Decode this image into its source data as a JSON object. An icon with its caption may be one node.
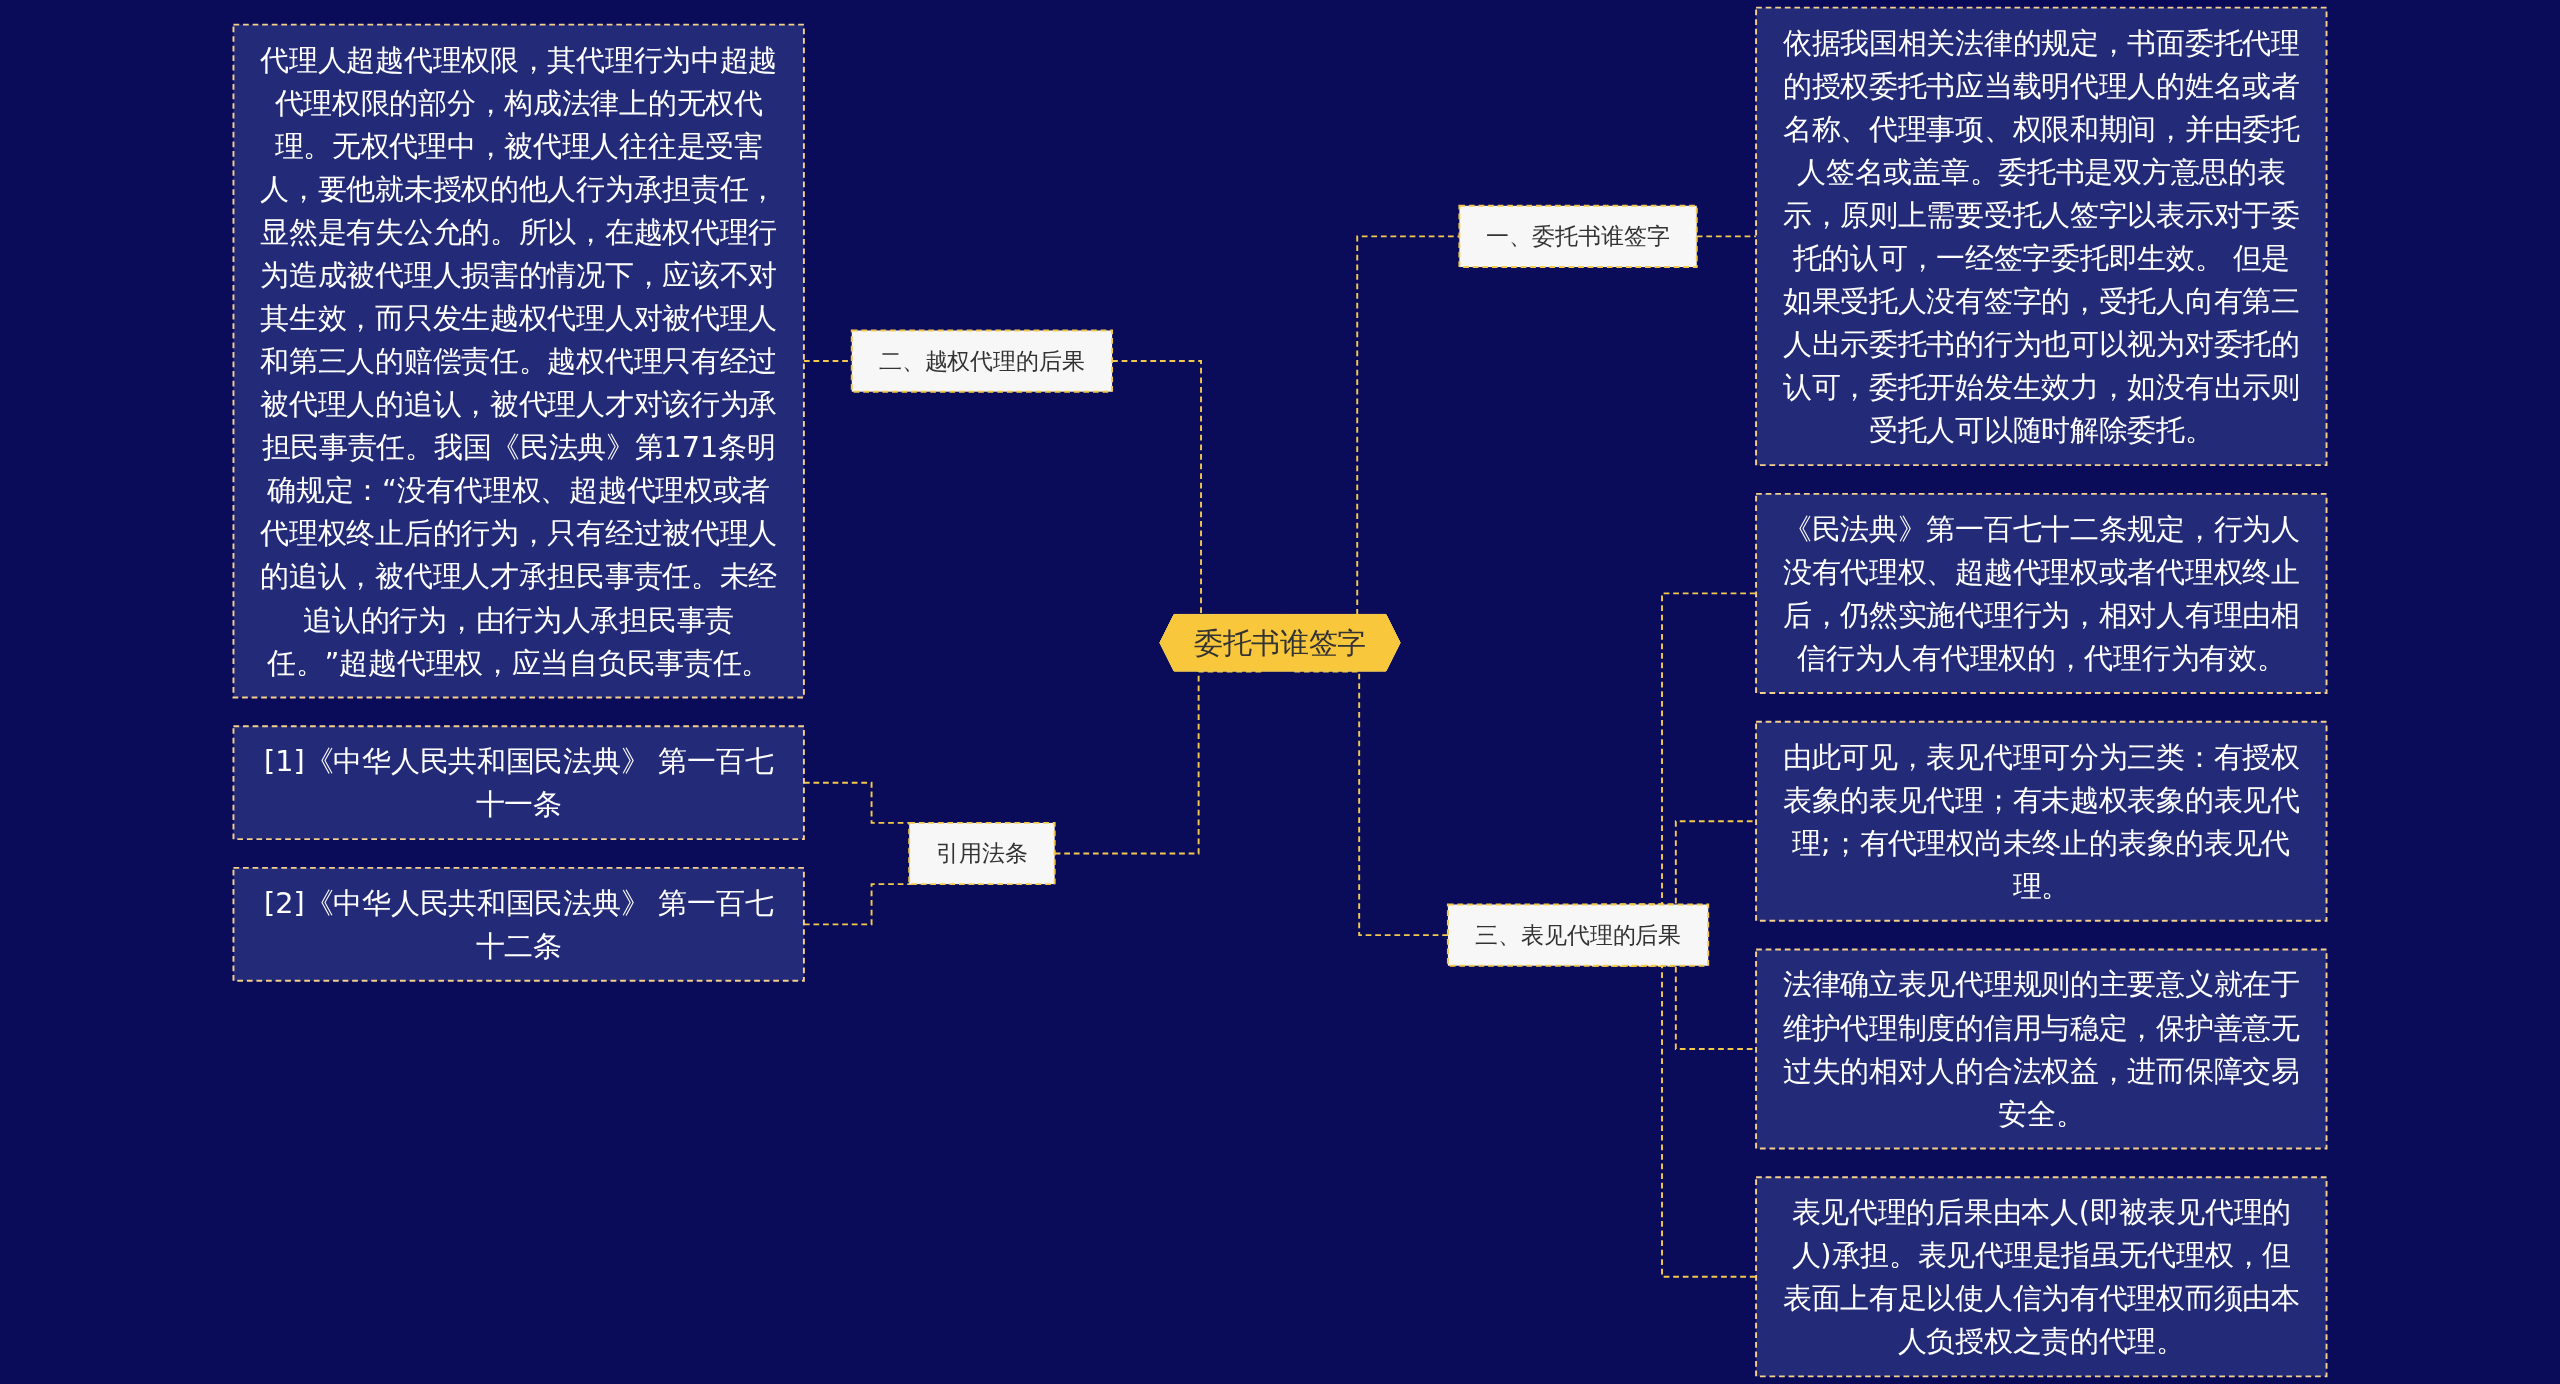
{
  "diagram": {
    "nodes": [
      {
        "text": [
          "委托书谁签字"
        ]
      },
      {
        "text": [
          "一、委托书谁签字"
        ]
      },
      {
        "text": [
          "依据我国相关法律的规定，书面委托代理的授权委托书应当载明代理人的姓名或者名称、代理事项、权限和期间，并由委托人签名或盖章。委托书是双方意思的表示，原则上需要受托人签字以表示对于委托的认可，一经签字委托即生效。 但是如果受托人没有签字的，受托人向有第三人出示委托书的行为也可以视为对委托的认可，委托开始发生效力，如没有出示则受托人可以随时解除委托。"
        ]
      },
      {
        "text": [
          "二、越权代理的后果"
        ]
      },
      {
        "text": [
          "代理人超越代理权限，其代理行为中超越代理权限的部分，构成法律上的无权代理。无权代理中，被代理人往往是受害人，要他就未授权的他人行为承担责任，显然是有失公允的。所以，在越权代理行为造成被代理人损害的情况下，应该不对其生效，而只发生越权代理人对被代理人和第三人的赔偿责任。越权代理只有经过被代理人的追认，被代理人才对该行为承担民事责任。我国《民法典》第171条明确规定：“没有代理权、超越代理权或者代理权终止后的行为，只有经过被代理人的追认，被代理人才承担民事责任。未经追认的行为，由行为人承担民事责任。”超越代理权，应当自负民事责任。"
        ]
      },
      {
        "text": [
          "三、表见代理的后果"
        ]
      },
      {
        "text": [
          "《民法典》第一百七十二条规定，行为人没有代理权、超越代理权或者代理权终止后，仍然实施代理行为，相对人有理由相信行为人有代理权的，代理行为有效。"
        ]
      },
      {
        "text": [
          "由此可见，表见代理可分为三类：有授权表象的表见代理；有未越权表象的表见代理;；有代理权尚未终止的表象的表见代理。"
        ]
      },
      {
        "text": [
          "法律确立表见代理规则的主要意义就在于维护代理制度的信用与稳定，保护善意无过失的相对人的合法权益，进而保障交易安全。"
        ]
      },
      {
        "text": [
          "表见代理的后果由本人(即被表见代理的人)承担。表见代理是指虽无代理权，但表面上有足以使人信为有代理权而须由本人负授权之责的代理。"
        ]
      },
      {
        "text": [
          "引用法条"
        ]
      },
      {
        "text": [
          "[1]《中华人民共和国民法典》 第一百七十一条"
        ]
      },
      {
        "text": [
          "[2]《中华人民共和国民法典》 第一百七十二条"
        ]
      }
    ],
    "edges": [
      {
        "from": 0,
        "to": 1,
        "arrow": "none"
      },
      {
        "from": 1,
        "to": 2,
        "arrow": "none"
      },
      {
        "from": 0,
        "to": 3,
        "arrow": "none"
      },
      {
        "from": 3,
        "to": 4,
        "arrow": "none"
      },
      {
        "from": 0,
        "to": 5,
        "arrow": "none"
      },
      {
        "from": 5,
        "to": 6,
        "arrow": "none"
      },
      {
        "from": 5,
        "to": 7,
        "arrow": "none"
      },
      {
        "from": 5,
        "to": 8,
        "arrow": "none"
      },
      {
        "from": 5,
        "to": 9,
        "arrow": "none"
      },
      {
        "from": 0,
        "to": 10,
        "arrow": "none"
      },
      {
        "from": 10,
        "to": 11,
        "arrow": "none"
      },
      {
        "from": 10,
        "to": 12,
        "arrow": "none"
      }
    ]
  }
}
